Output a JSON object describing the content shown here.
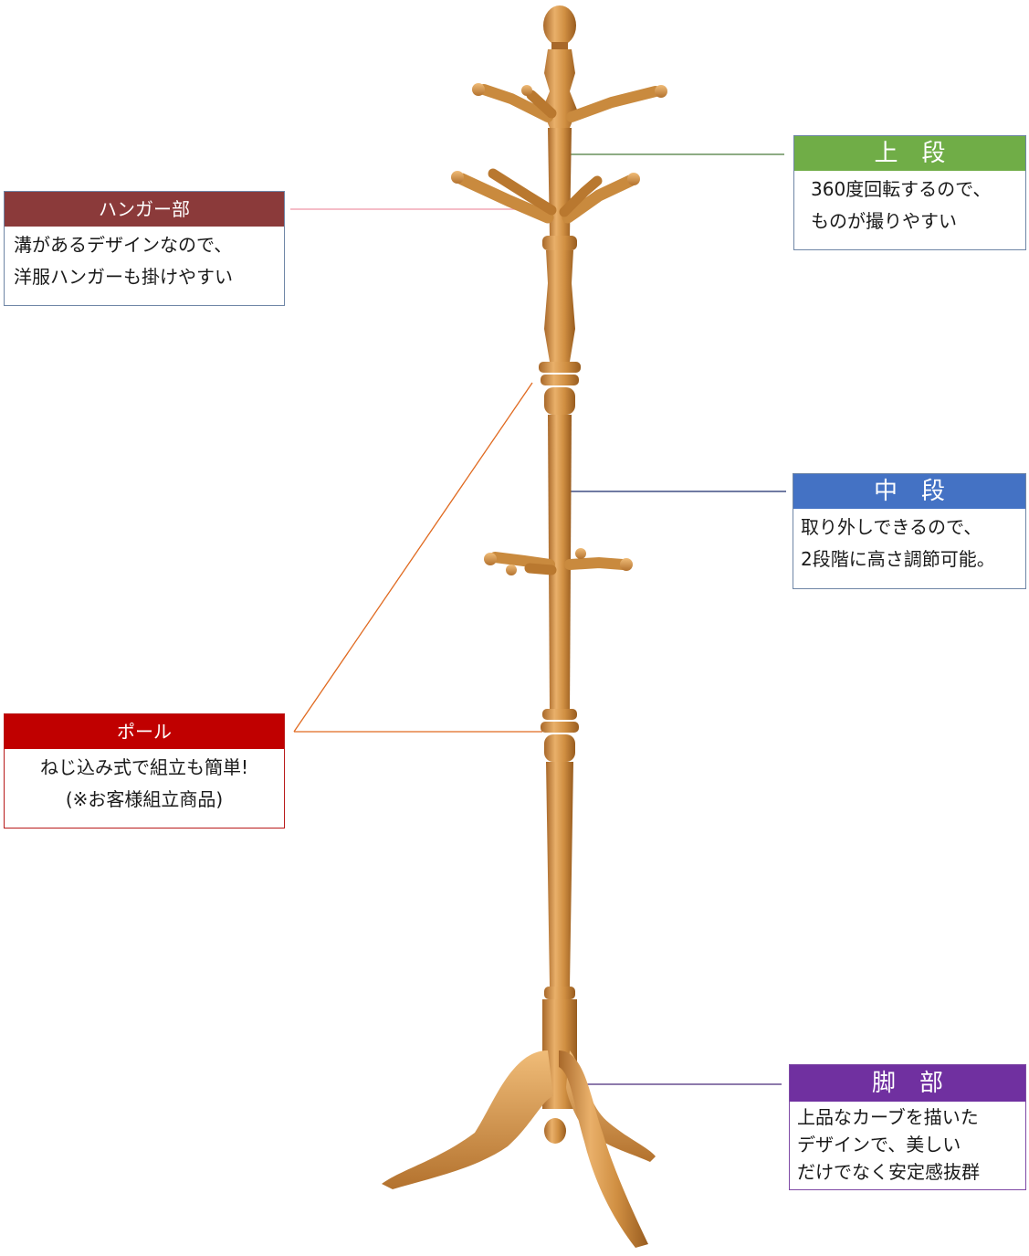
{
  "colors": {
    "hanger": "#8b3a3a",
    "top": "#70ad47",
    "middle": "#4472c4",
    "pole": "#c00000",
    "legs": "#7030a0",
    "wood_light": "#e2a45c",
    "wood_mid": "#c98a3e",
    "wood_dark": "#9a5f22"
  },
  "callouts": {
    "hanger": {
      "title": "ハンガー部",
      "lines": [
        "溝があるデザインなので、",
        "洋服ハンガーも掛けやすい"
      ]
    },
    "top": {
      "title": "上段",
      "lines": [
        "360度回転するので、",
        "ものが撮りやすい"
      ]
    },
    "middle": {
      "title": "中段",
      "lines": [
        "取り外しできるので、",
        "2段階に高さ調節可能。"
      ]
    },
    "pole": {
      "title": "ポール",
      "lines": [
        "ねじ込み式で組立も簡単!",
        "(※お客様組立商品)"
      ]
    },
    "legs": {
      "title": "脚部",
      "lines": [
        "上品なカーブを描いた",
        "デザインで、美しい",
        "だけでなく安定感抜群"
      ]
    }
  }
}
